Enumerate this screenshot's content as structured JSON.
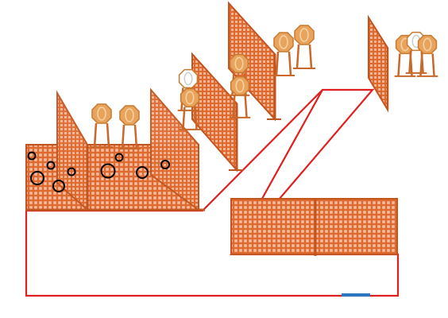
{
  "diagram": {
    "kind": "shooting-stage-layout",
    "colors": {
      "boundary_line": "#e02020",
      "start_marker": "#2a78c2",
      "fence": "#e06a2e",
      "fence_frame": "#c2551f",
      "fence_grid": "#ffffff",
      "target_face": "#e8a45c",
      "target_edge": "#c77a2f",
      "target_stand": "#c9682a",
      "no_shoot_target": "#ffffff",
      "steel_ring": "#000000"
    },
    "icons": {
      "target": "steel-plate-target-icon",
      "no_shoot": "no-shoot-target-icon",
      "barrier": "mesh-fence-icon",
      "ring": "steel-ring-icon",
      "start": "start-position-icon"
    },
    "counts": {
      "steel_rings": 9,
      "paper_targets": 11,
      "no_shoot_targets": 2
    }
  }
}
